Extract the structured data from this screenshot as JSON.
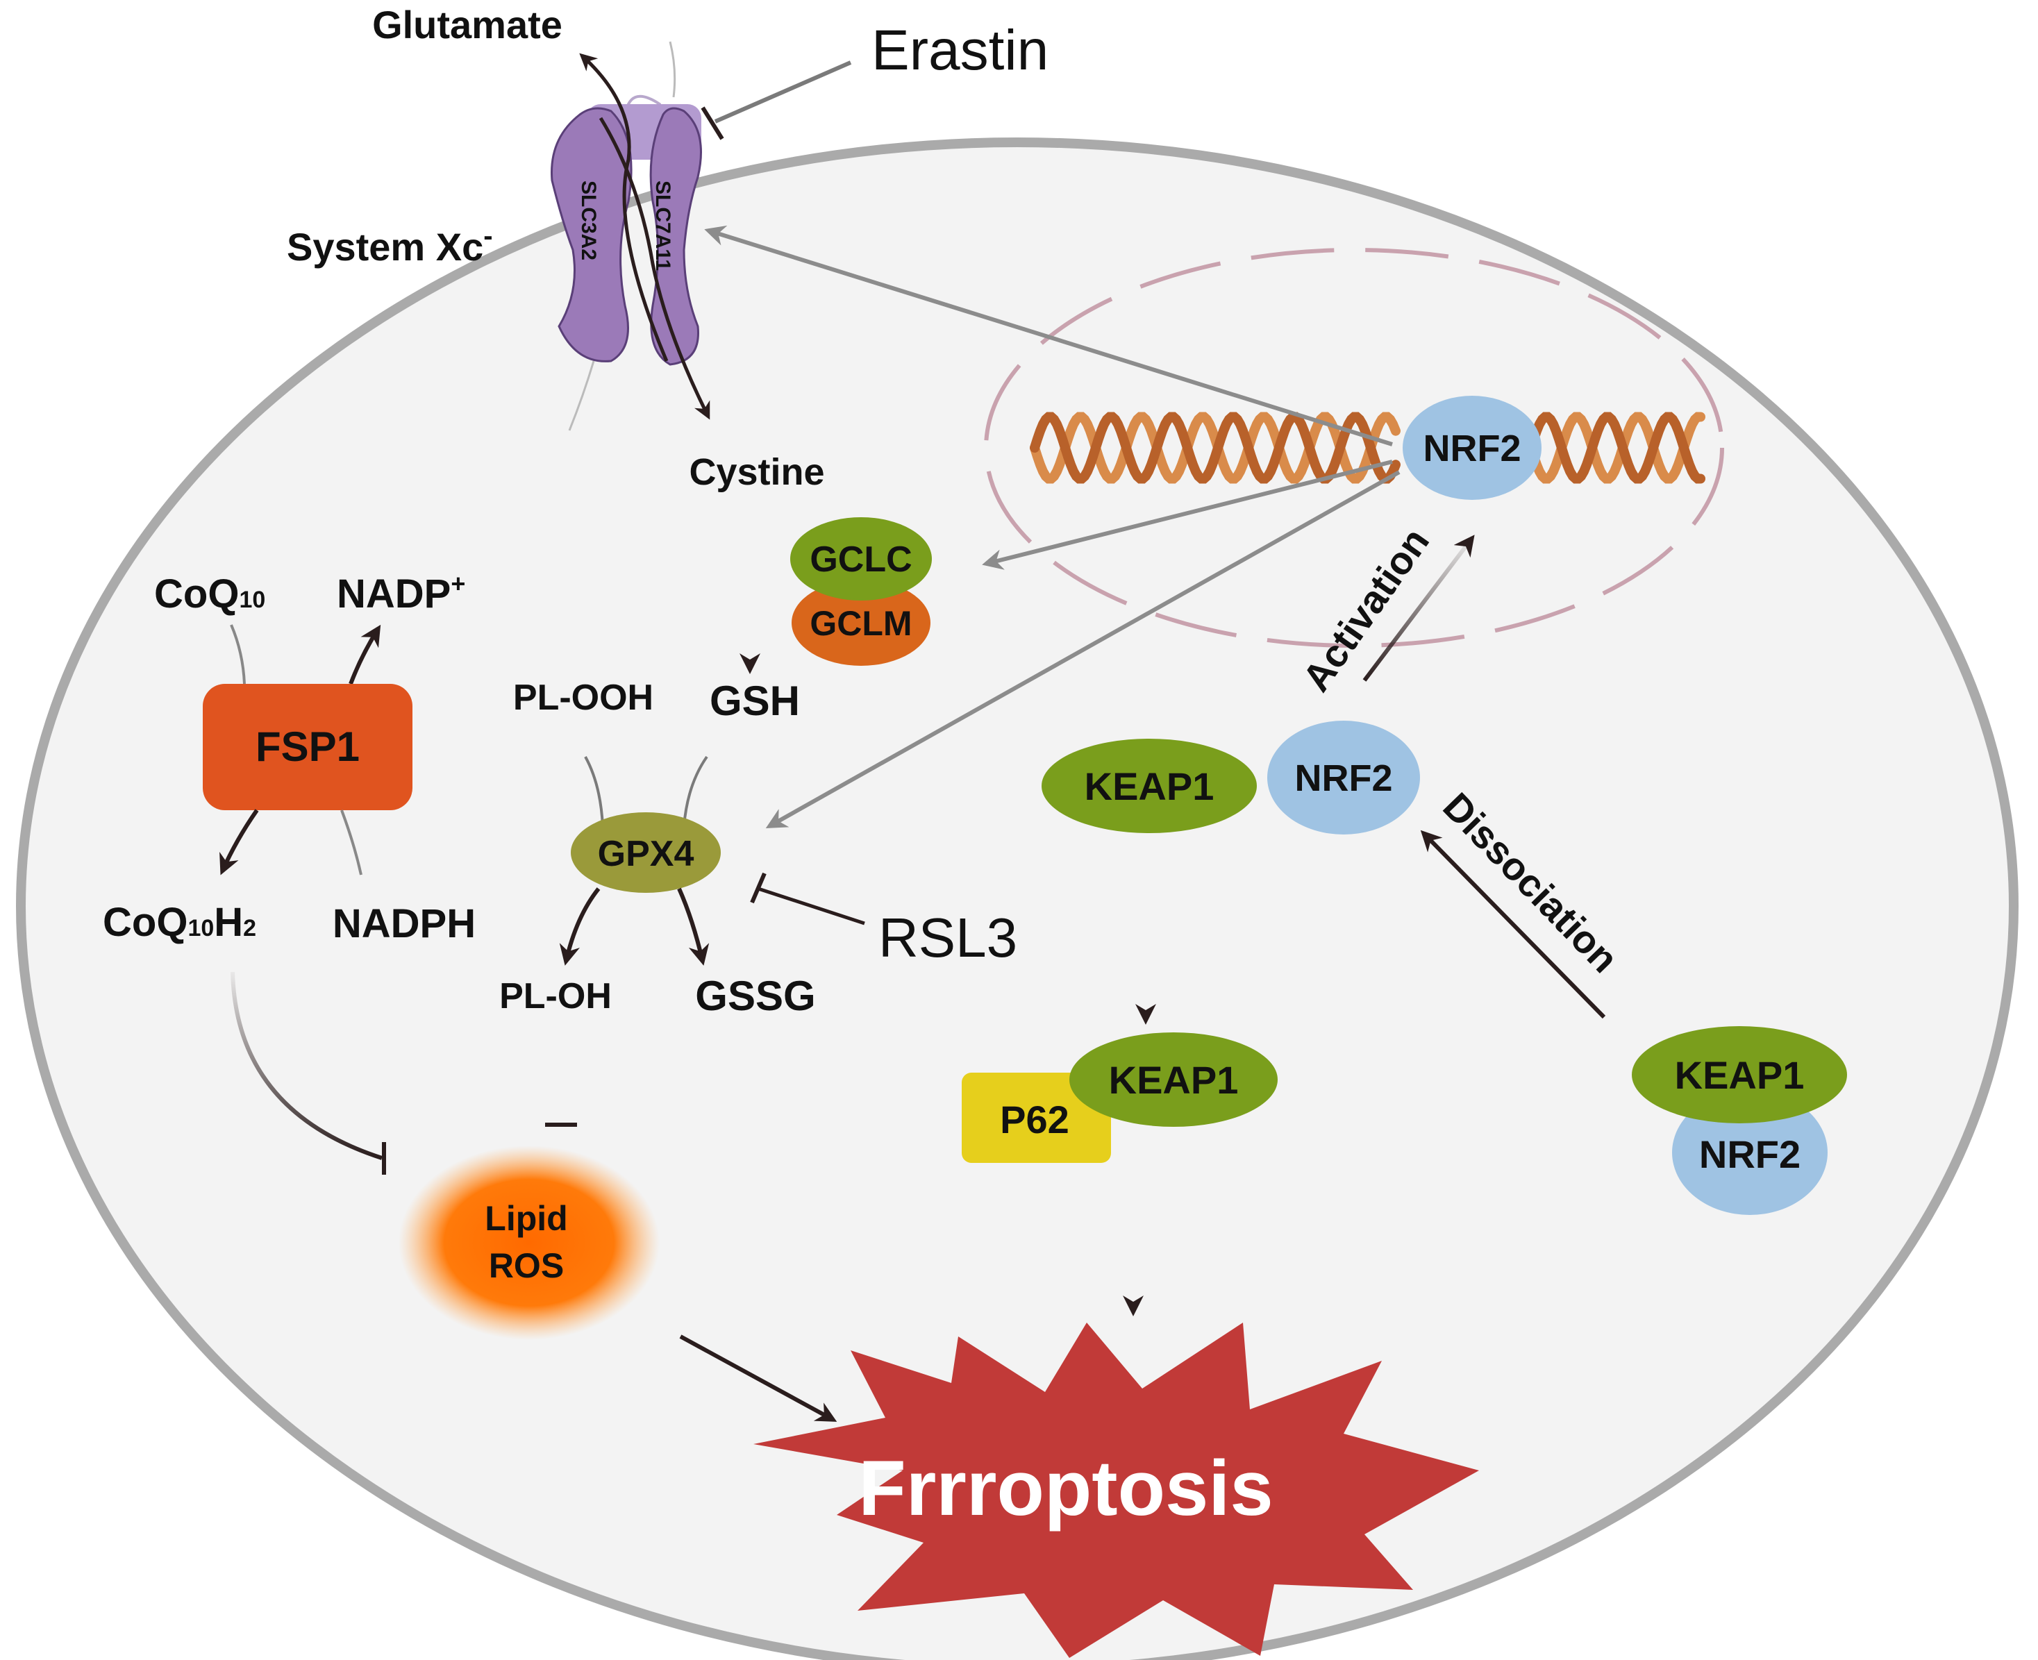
{
  "labels": {
    "glutamate": "Glutamate",
    "erastin": "Erastin",
    "system_xc": "System Xc",
    "system_xc_sup": "-",
    "slc3a2": "SLC3A2",
    "slc7a11": "SLC7A11",
    "cystine": "Cystine",
    "gsh": "GSH",
    "gclc": "GCLC",
    "gclm": "GCLM",
    "nrf2_nucleus": "NRF2",
    "nrf2_free": "NRF2",
    "nrf2_bound": "NRF2",
    "activation": "Activation",
    "dissociation": "Dissociation",
    "keap1_free": "KEAP1",
    "keap1_p62": "KEAP1",
    "keap1_bound": "KEAP1",
    "p62": "P62",
    "coq10": "CoQ",
    "coq10_sub": "10",
    "nadp": "NADP",
    "nadp_sup": "+",
    "fsp1": "FSP1",
    "coq10h2": "CoQ",
    "coq10h2_sub": "10",
    "coq10h2_h": "H",
    "coq10h2_sub2": "2",
    "nadph": "NADPH",
    "pl_ooh": "PL-OOH",
    "gpx4": "GPX4",
    "rsl3": "RSL3",
    "pl_oh": "PL-OH",
    "gssg": "GSSG",
    "lipid_ros_line1": "Lipid",
    "lipid_ros_line2": "ROS",
    "ferroptosis": "Frrroptosis"
  },
  "colors": {
    "cell_fill": "#f3f3f3",
    "cell_border": "#aaaaaa",
    "nucleus_border": "#c9a2ae",
    "transporter": "#9b7ab8",
    "nrf2": "#9fc3e3",
    "keap1": "#7a9e1c",
    "gclc": "#7a9e1c",
    "gclm": "#d9661b",
    "p62": "#e6cf1c",
    "fsp1": "#e0541f",
    "gpx4": "#9a9a3a",
    "lipid_ros": "#ff7a0a",
    "ferroptosis": "#c13a38",
    "arrow_gray": "#8c8c8c",
    "arrow_dark": "#2a1d1d",
    "dna_strand": "#d98b4a"
  }
}
